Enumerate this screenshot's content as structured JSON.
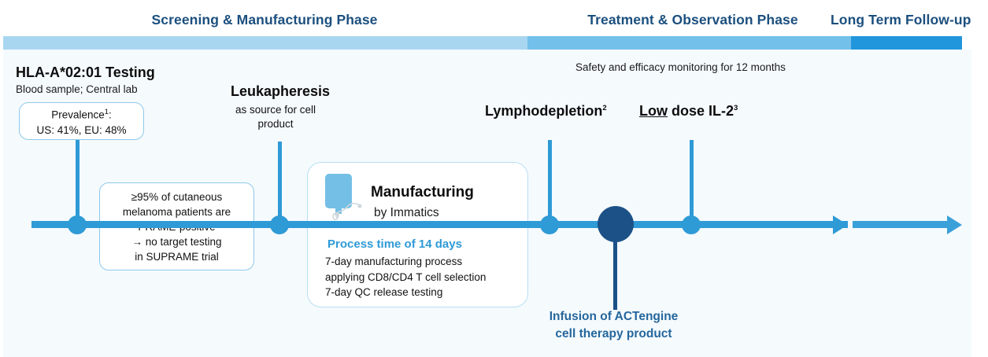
{
  "phases": [
    {
      "label": "Screening & Manufacturing Phase",
      "color": "#a8d6f0"
    },
    {
      "label": "Treatment & Observation Phase",
      "color": "#73c0ea"
    },
    {
      "label": "Long Term Follow-up",
      "color": "#2196dd"
    }
  ],
  "colors": {
    "phase_title": "#1b4f7e",
    "timeline": "#2e9ad6",
    "timeline_tail": "#3aa0da",
    "infusion_node": "#1b5187",
    "panel_bg": "#f5fafd",
    "callout_border": "#8ec9e8",
    "process_time_text": "#2e9ad6",
    "infusion_label": "#25679d"
  },
  "milestones": {
    "hla": {
      "title": "HLA-A*02:01 Testing",
      "subtitle": "Blood sample; Central lab"
    },
    "leukapheresis": {
      "title": "Leukapheresis",
      "subtitle": "as source for cell product"
    },
    "lymphodepletion": {
      "title": "Lymphodepletion",
      "superscript": "2"
    },
    "il2": {
      "title_underlined": "Low",
      "title_rest": " dose IL-2",
      "superscript": "3"
    },
    "infusion": {
      "label_line1": "Infusion of ACTengine",
      "label_line2": "cell therapy product"
    }
  },
  "callouts": {
    "prevalence": {
      "line1_label": "Prevalence",
      "line1_superscript": "1",
      "line1_suffix": ":",
      "line2": "US: 41%, EU: 48%"
    },
    "prame": {
      "line1": "≥95% of cutaneous",
      "line2": "melanoma patients are",
      "line3": "PRAME-positive",
      "line4": "→ no target testing",
      "line5": "in SUPRAME trial"
    },
    "manufacturing": {
      "icon": "iv-bag-icon",
      "title": "Manufacturing",
      "subtitle": "by Immatics",
      "process_time": "Process time of 14 days",
      "detail_line1": "7-day manufacturing process",
      "detail_line2": "applying CD8/CD4 T cell selection",
      "detail_line3": "7-day QC release testing"
    }
  },
  "annotations": {
    "safety": "Safety and efficacy monitoring for 12 months"
  }
}
